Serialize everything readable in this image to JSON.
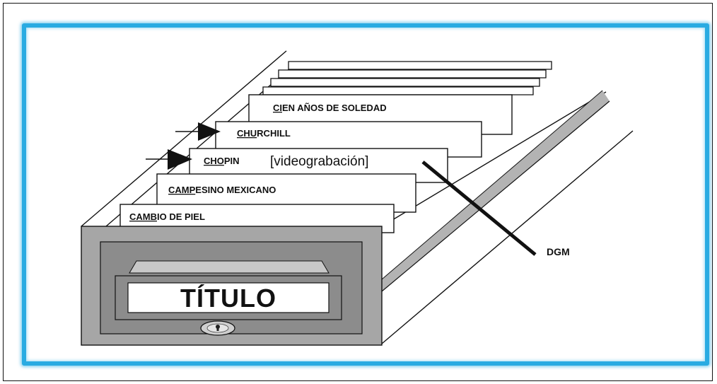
{
  "cards": [
    {
      "underlined": "CAMB",
      "rest": "IO DE PIEL"
    },
    {
      "underlined": "CAMP",
      "rest": "ESINO MEXICANO"
    },
    {
      "underlined": "CHO",
      "rest": "PIN"
    },
    {
      "underlined": "CHU",
      "rest": "RCHILL"
    },
    {
      "underlined": "CI",
      "rest": "EN AÑOS DE SOLEDAD"
    }
  ],
  "gmd_label": "[videograbación]",
  "drawer_label": "TÍTULO",
  "dgm_label": "DGM",
  "colors": {
    "frame": "#29abe2",
    "drawer_face": "#a6a6a6",
    "drawer_panel": "#8c8c8c",
    "rail": "#b3b3b3"
  }
}
